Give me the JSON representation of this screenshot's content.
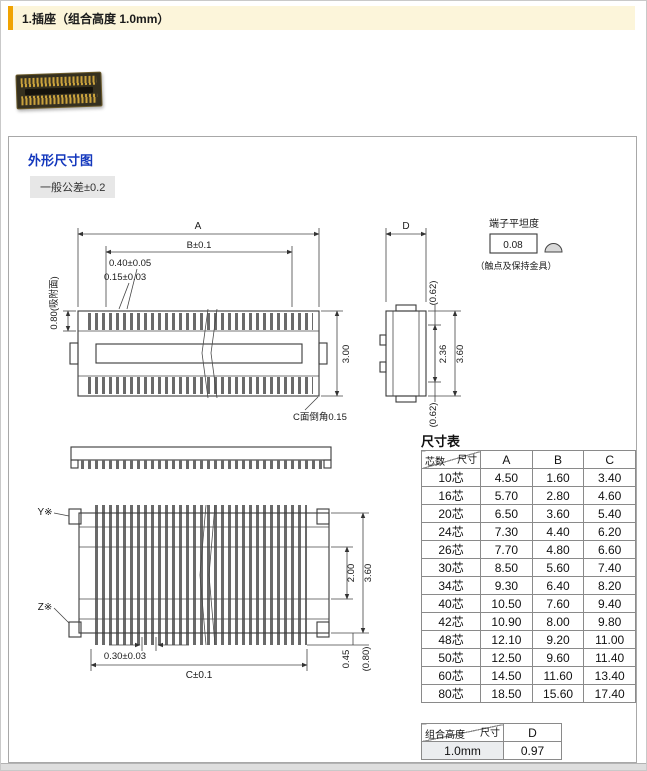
{
  "colors": {
    "header_bg": "#fcf5da",
    "header_accent": "#f0a302",
    "section_title_blue": "#1438bd"
  },
  "header": {
    "title": "1.插座（组合高度 1.0mm）"
  },
  "section": {
    "title": "外形尺寸图",
    "tolerance": "一般公差±0.2"
  },
  "drawing": {
    "dim_a": "A",
    "dim_b": "B±0.1",
    "dim_pin_pitch": "0.40±0.05",
    "dim_pin_width": "0.15±0.03",
    "dim_suction": "0.80(吸附面)",
    "dim_height": "3.00",
    "chamfer_note": "C面倒角0.15",
    "flatness_title": "端子平坦度",
    "flatness_value": "0.08",
    "flatness_note": "（触点及保持金具）",
    "dim_d": "D",
    "dim_side_top": "(0.62)",
    "dim_side_mid": "2.36",
    "dim_side_total": "3.60",
    "dim_side_bottom": "(0.62)",
    "label_y": "Y※",
    "label_z": "Z※",
    "dim_bottom_inner": "2.00",
    "dim_bottom_outer": "3.60",
    "dim_pin_bottom": "0.30±0.03",
    "dim_c": "C±0.1",
    "dim_045": "0.45",
    "dim_080": "(0.80)"
  },
  "size_table": {
    "title": "尺寸表",
    "corner": {
      "top": "尺寸",
      "bottom": "芯数"
    },
    "columns": [
      "A",
      "B",
      "C"
    ],
    "rows": [
      {
        "pins": "10芯",
        "a": "4.50",
        "b": "1.60",
        "c": "3.40"
      },
      {
        "pins": "16芯",
        "a": "5.70",
        "b": "2.80",
        "c": "4.60"
      },
      {
        "pins": "20芯",
        "a": "6.50",
        "b": "3.60",
        "c": "5.40"
      },
      {
        "pins": "24芯",
        "a": "7.30",
        "b": "4.40",
        "c": "6.20"
      },
      {
        "pins": "26芯",
        "a": "7.70",
        "b": "4.80",
        "c": "6.60"
      },
      {
        "pins": "30芯",
        "a": "8.50",
        "b": "5.60",
        "c": "7.40"
      },
      {
        "pins": "34芯",
        "a": "9.30",
        "b": "6.40",
        "c": "8.20"
      },
      {
        "pins": "40芯",
        "a": "10.50",
        "b": "7.60",
        "c": "9.40"
      },
      {
        "pins": "42芯",
        "a": "10.90",
        "b": "8.00",
        "c": "9.80"
      },
      {
        "pins": "48芯",
        "a": "12.10",
        "b": "9.20",
        "c": "11.00"
      },
      {
        "pins": "50芯",
        "a": "12.50",
        "b": "9.60",
        "c": "11.40"
      },
      {
        "pins": "60芯",
        "a": "14.50",
        "b": "11.60",
        "c": "13.40"
      },
      {
        "pins": "80芯",
        "a": "18.50",
        "b": "15.60",
        "c": "17.40"
      }
    ]
  },
  "height_table": {
    "corner": {
      "top": "尺寸",
      "bottom": "组合高度"
    },
    "column": "D",
    "height": "1.0mm",
    "value": "0.97"
  }
}
